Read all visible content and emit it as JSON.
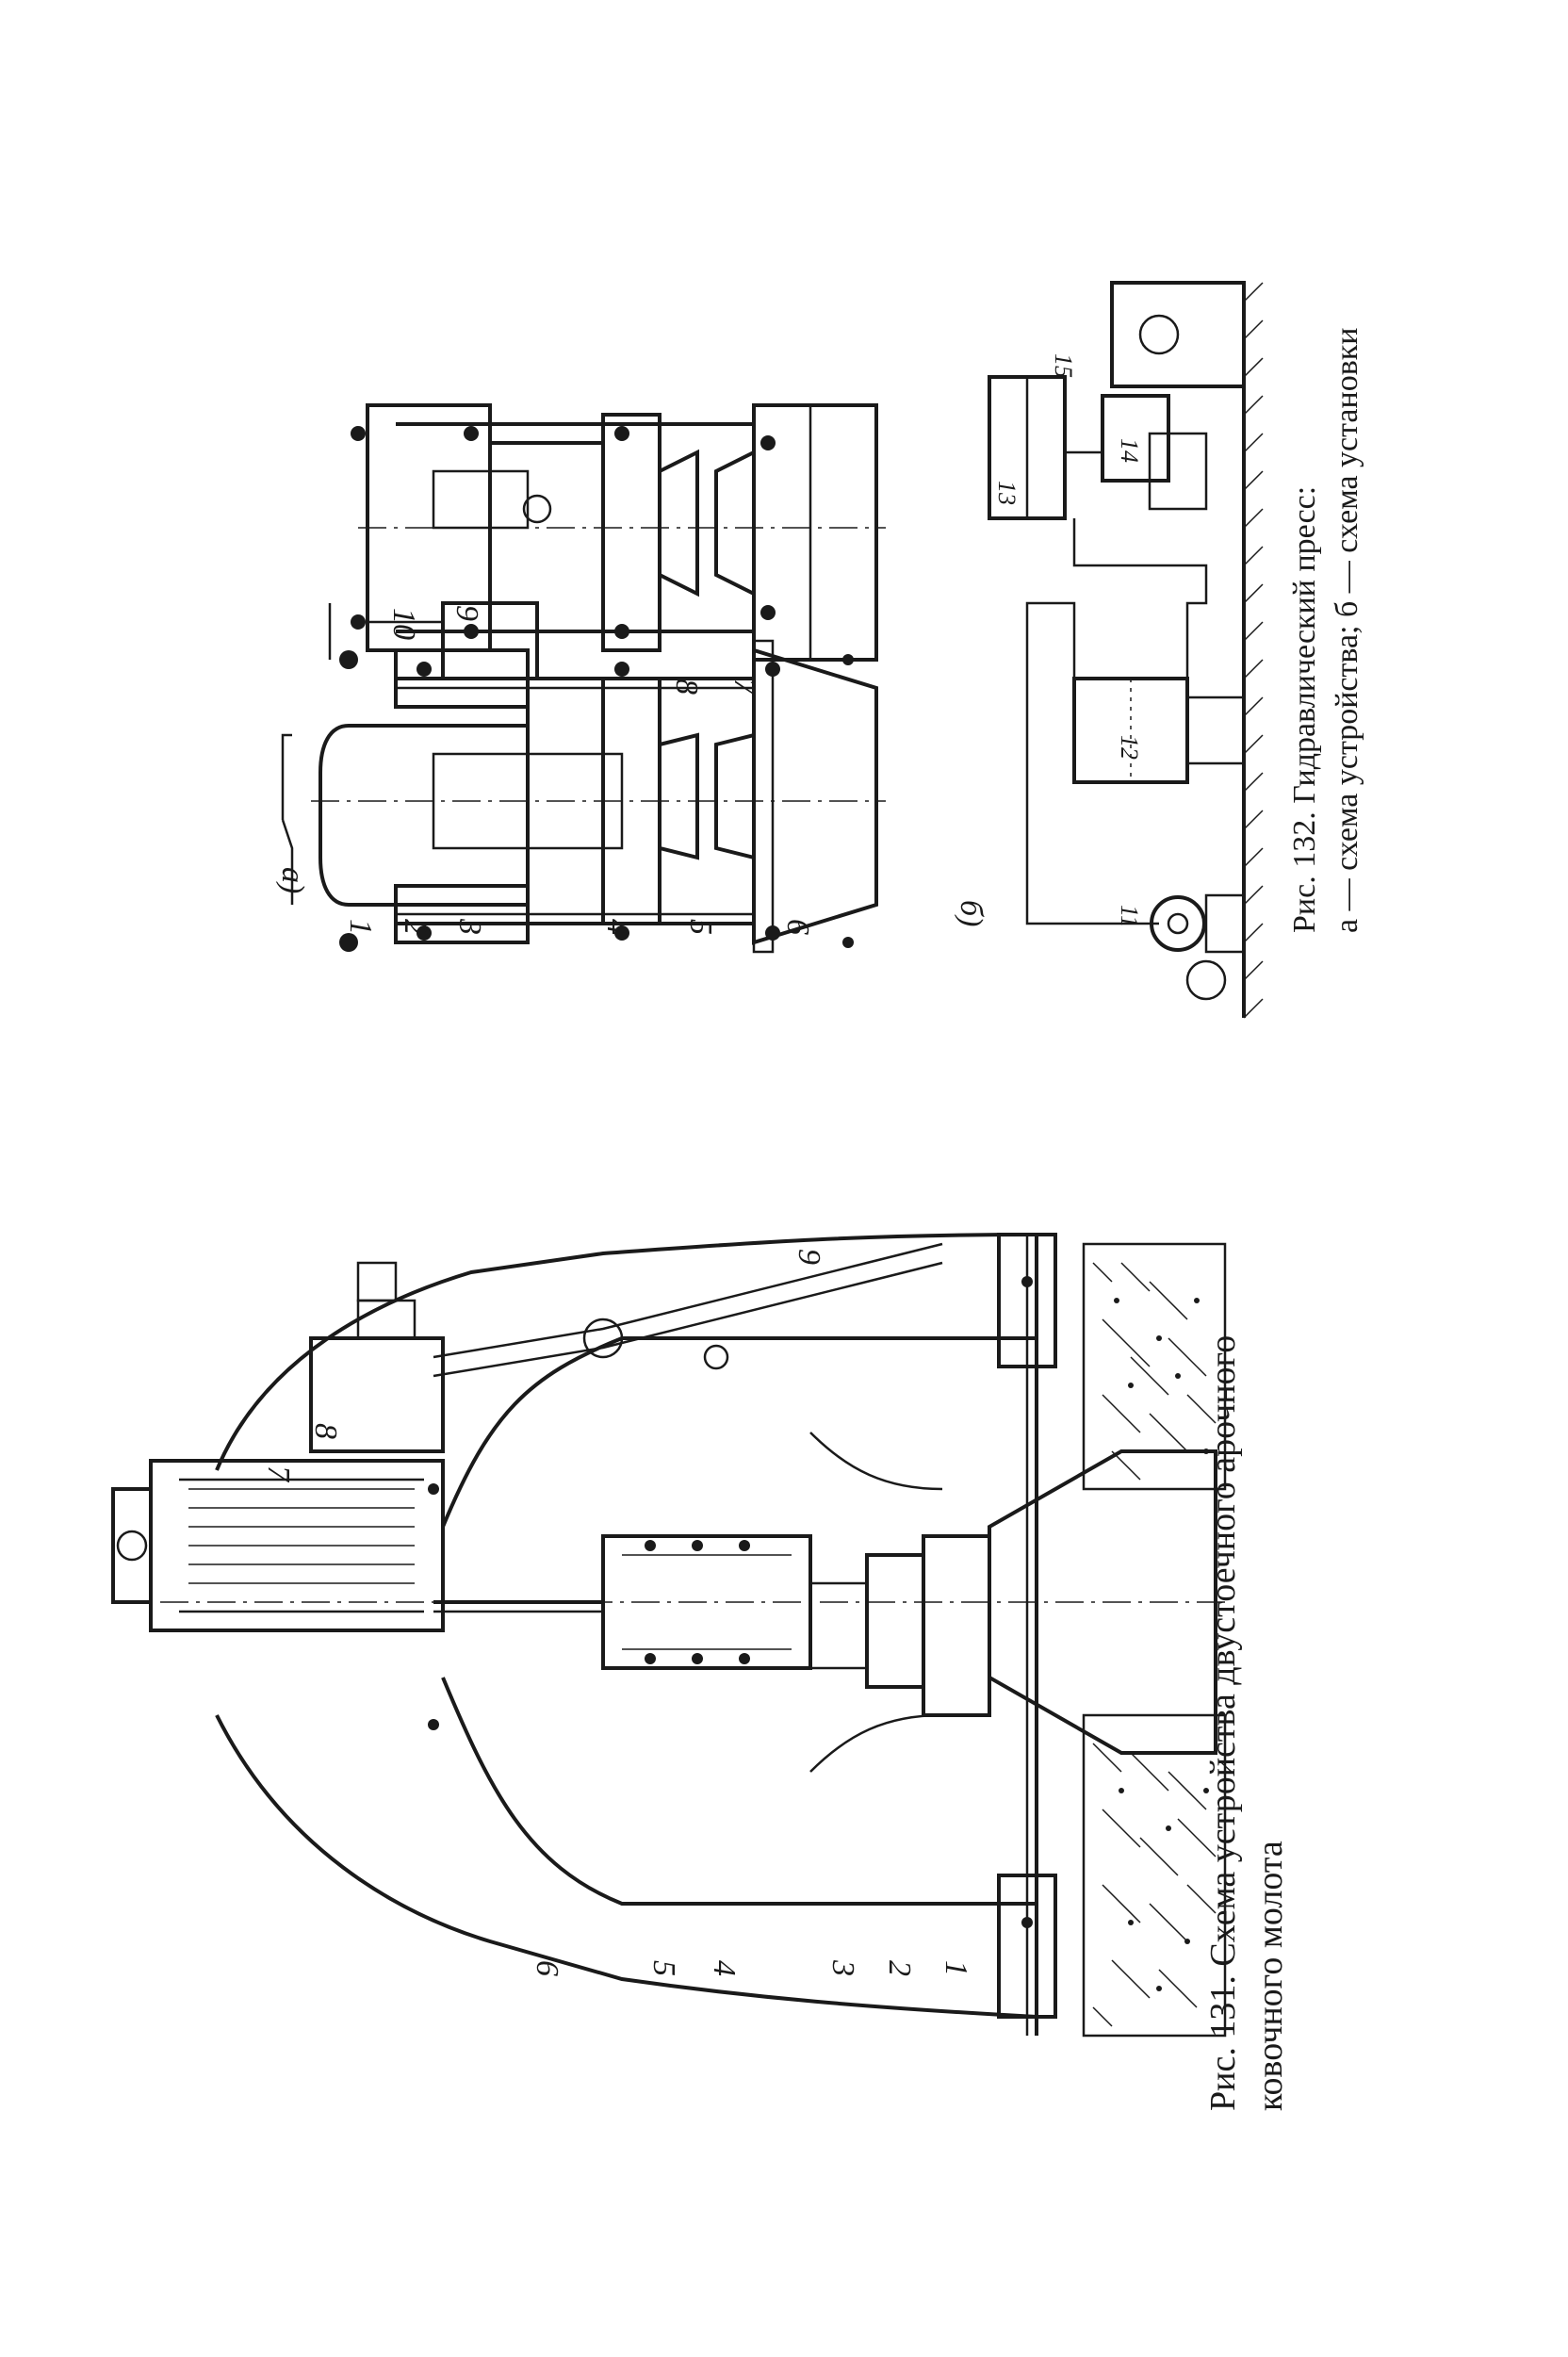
{
  "fig131": {
    "caption_line1": "Рис. 131. Схема устройства двустоечного арочного",
    "caption_line2": "ковочного молота",
    "part_numbers": [
      "1",
      "2",
      "3",
      "4",
      "5",
      "6",
      "7",
      "8",
      "9"
    ]
  },
  "fig132": {
    "caption_line1": "Рис. 132. Гидравлический пресс:",
    "caption_line2": "а — схема устройства; б — схема установки",
    "label_a": "а)",
    "label_b": "б)",
    "part_numbers_a": [
      "1",
      "2",
      "3",
      "4",
      "5",
      "6",
      "7",
      "8",
      "9",
      "10"
    ],
    "part_numbers_b": [
      "11",
      "12",
      "13",
      "14",
      "15"
    ]
  }
}
